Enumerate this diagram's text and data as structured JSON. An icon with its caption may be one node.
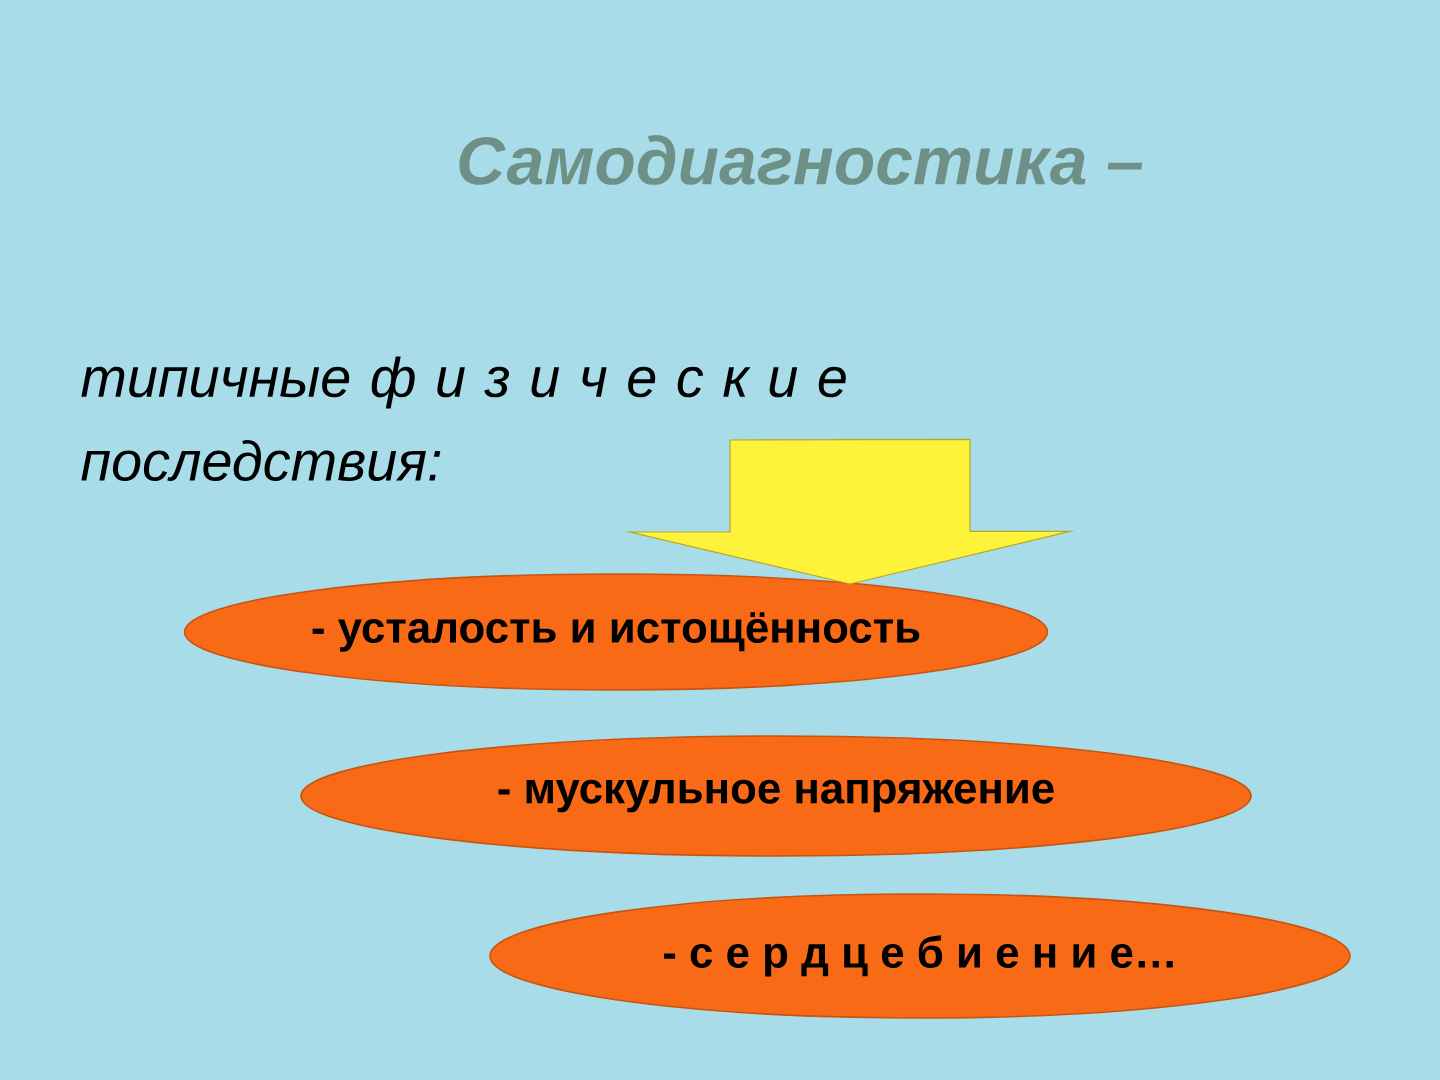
{
  "diagram": {
    "title": "Самодиагностика –",
    "nodes": [
      {
        "text": [
          "типичные ф и з и ч е с к и е последствия:"
        ]
      },
      {
        "text": [
          "- усталость и истощённость"
        ]
      },
      {
        "text": [
          "- мускульное напряжение"
        ]
      },
      {
        "text": [
          "- с е р д ц е б и е н и е…"
        ]
      }
    ],
    "edges": [
      {
        "from": 0,
        "to": 1,
        "arrow": "to"
      }
    ]
  }
}
